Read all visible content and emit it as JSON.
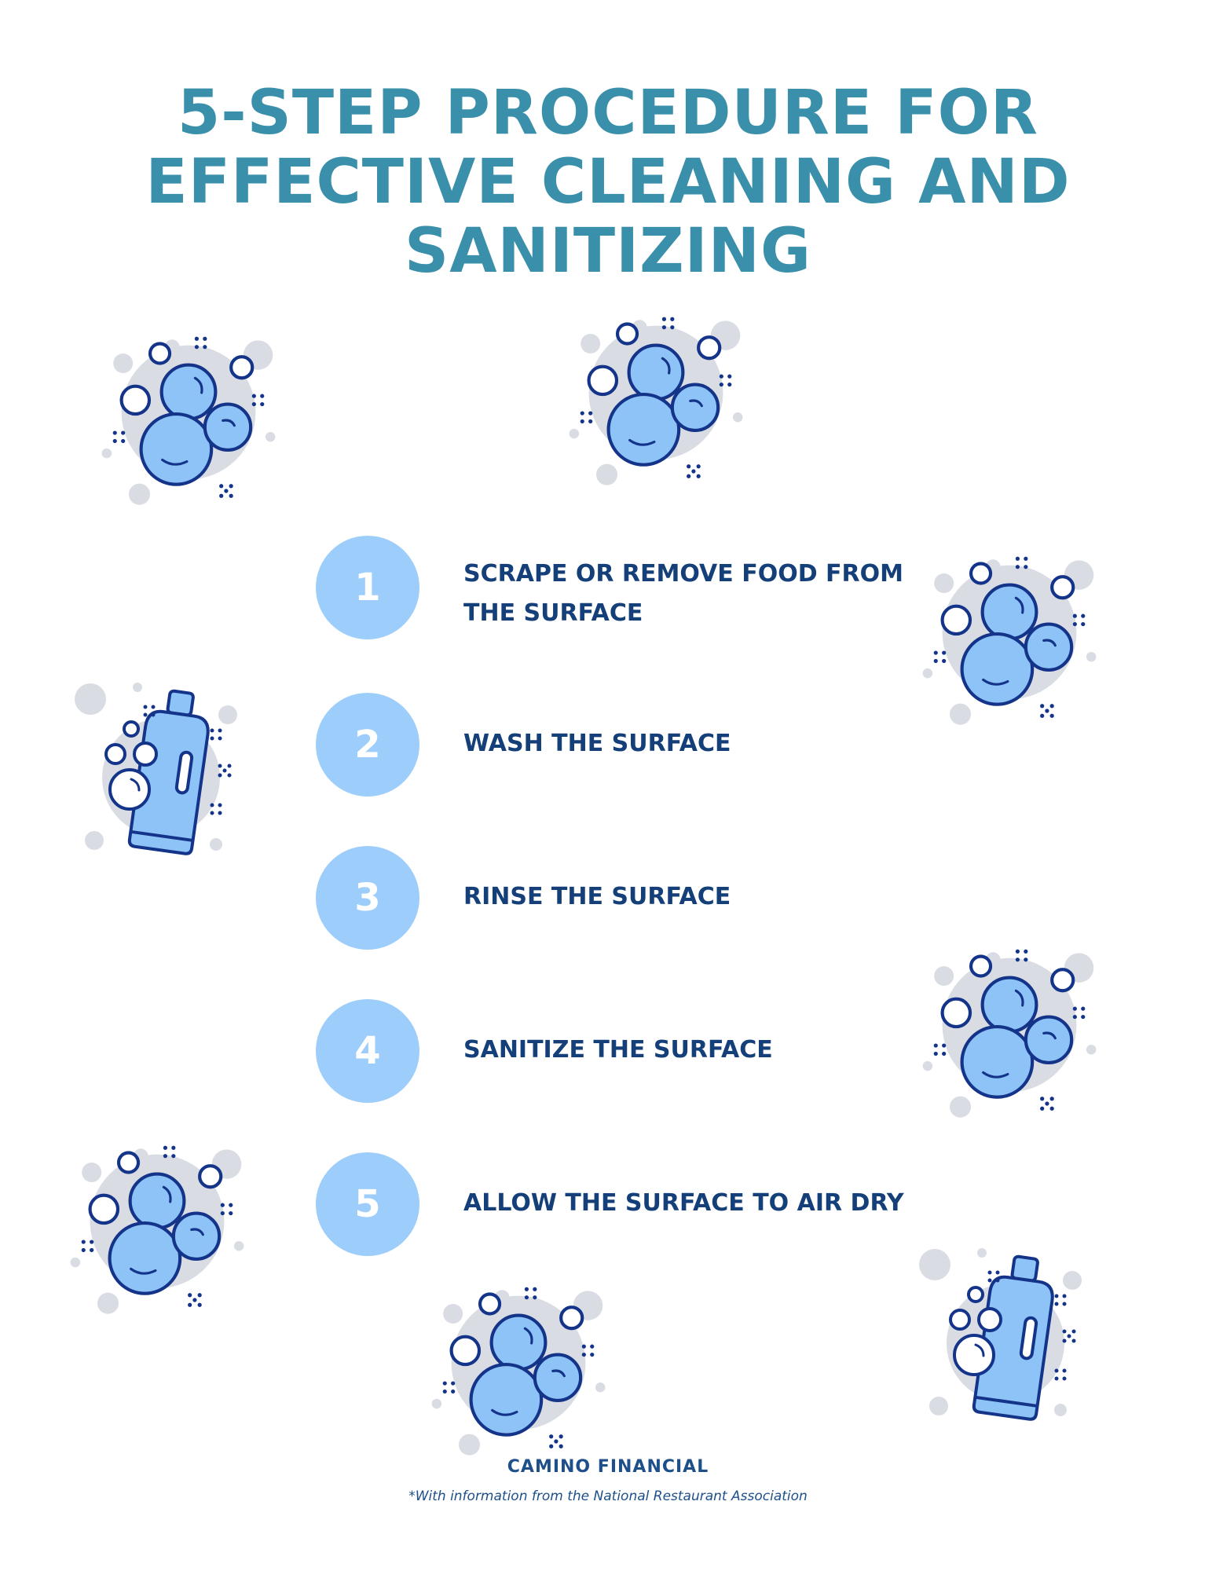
{
  "title": {
    "line1": "5-STEP PROCEDURE FOR",
    "line2": "EFFECTIVE CLEANING AND",
    "line3": "SANITIZING"
  },
  "steps": [
    {
      "number": "1",
      "line1": "SCRAPE OR REMOVE FOOD FROM",
      "line2": "THE SURFACE"
    },
    {
      "number": "2",
      "line1": "WASH THE SURFACE"
    },
    {
      "number": "3",
      "line1": "RINSE THE SURFACE"
    },
    {
      "number": "4",
      "line1": "SANITIZE THE SURFACE"
    },
    {
      "number": "5",
      "line1": "ALLOW THE SURFACE TO AIR DRY"
    }
  ],
  "footer": {
    "brand": "CAMINO FINANCIAL",
    "source": "*With information from the National Restaurant Association"
  },
  "colors": {
    "title": "#3a8faa",
    "step_circle": "#9ccdfb",
    "step_text": "#143f78",
    "bubble_fill": "#8ec3f7",
    "bubble_outline": "#14348a",
    "shadow": "#d9dde3"
  },
  "decorations": [
    "bubble-cluster-icon",
    "bubble-cluster-icon",
    "bubble-cluster-icon",
    "soap-bottle-icon",
    "bubble-cluster-icon",
    "bubble-cluster-icon",
    "bubble-cluster-icon",
    "soap-bottle-icon"
  ]
}
